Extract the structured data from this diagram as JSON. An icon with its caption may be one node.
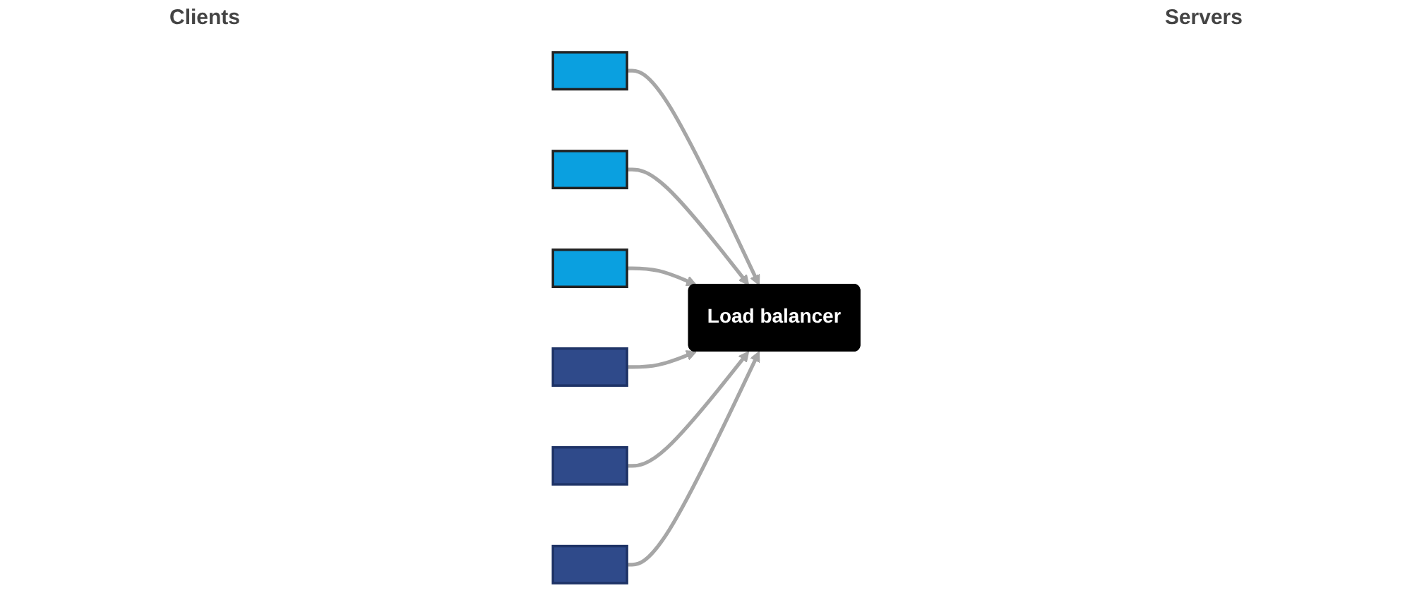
{
  "diagram": {
    "nodes": [
      {
        "text": [],
        "shape": "box"
      },
      {
        "text": [],
        "shape": "box"
      },
      {
        "text": [],
        "shape": "box"
      },
      {
        "text": [
          "Load balancer"
        ]
      },
      {
        "text": [],
        "shape": "box"
      },
      {
        "text": [],
        "shape": "box"
      },
      {
        "text": [],
        "shape": "box"
      }
    ],
    "edges": [
      {
        "from": 0,
        "to": 3,
        "arrow": "to"
      },
      {
        "from": 1,
        "to": 3,
        "arrow": "to"
      },
      {
        "from": 2,
        "to": 3,
        "arrow": "to"
      },
      {
        "from": 4,
        "to": 3,
        "arrow": "to"
      },
      {
        "from": 5,
        "to": 3,
        "arrow": "to"
      },
      {
        "from": 6,
        "to": 3,
        "arrow": "to"
      }
    ],
    "labels": [
      "Clients",
      "Servers"
    ]
  }
}
